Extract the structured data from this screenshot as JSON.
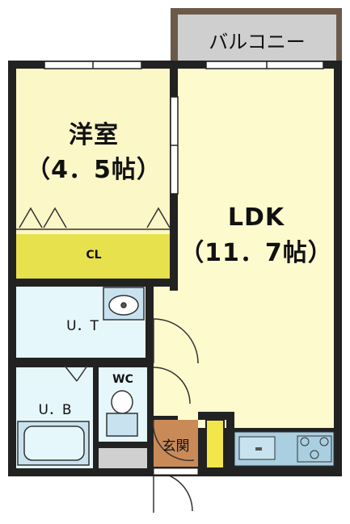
{
  "rooms": {
    "balcony": "バルコニー",
    "western_room": {
      "name": "洋室",
      "size": "（4．5帖）"
    },
    "ldk": {
      "name": "LDK",
      "size": "（11．7帖）"
    },
    "closet": "CL",
    "utility": "U．T",
    "bath": "U．B",
    "toilet": "WC",
    "entrance": "玄関"
  },
  "colors": {
    "wall": "#222222",
    "western_room": "#fbf7c6",
    "ldk": "#fdfbce",
    "closet": "#e7e14d",
    "wet_area": "#e6f7fb",
    "balcony": "#cfcfcf",
    "entrance": "#c98a58",
    "kitchen": "#a9cfe0"
  }
}
